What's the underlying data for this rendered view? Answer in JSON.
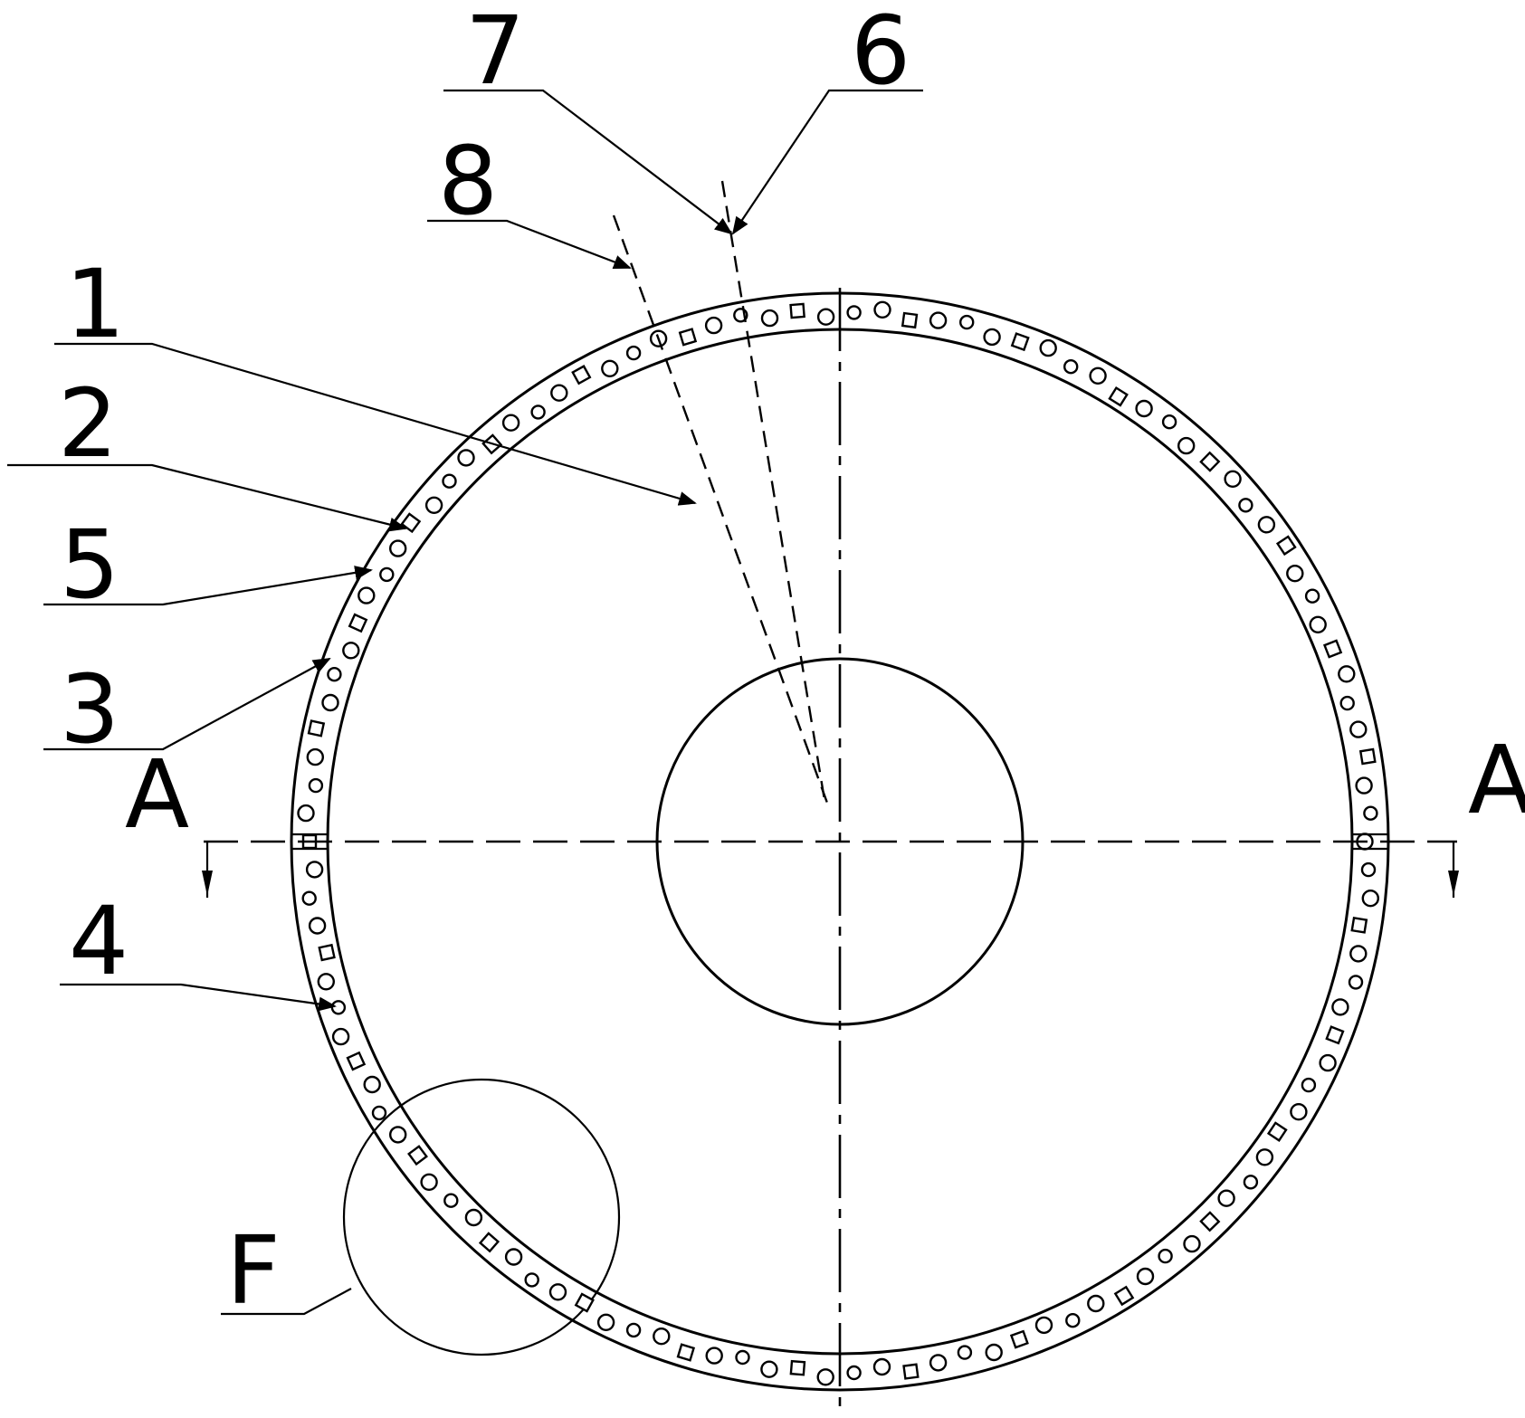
{
  "labels": {
    "l1": "1",
    "l2": "2",
    "l3": "3",
    "l4": "4",
    "l5": "5",
    "l6": "6",
    "l7": "7",
    "l8": "8",
    "detail": "F",
    "section_left": "A",
    "section_right": "A"
  }
}
